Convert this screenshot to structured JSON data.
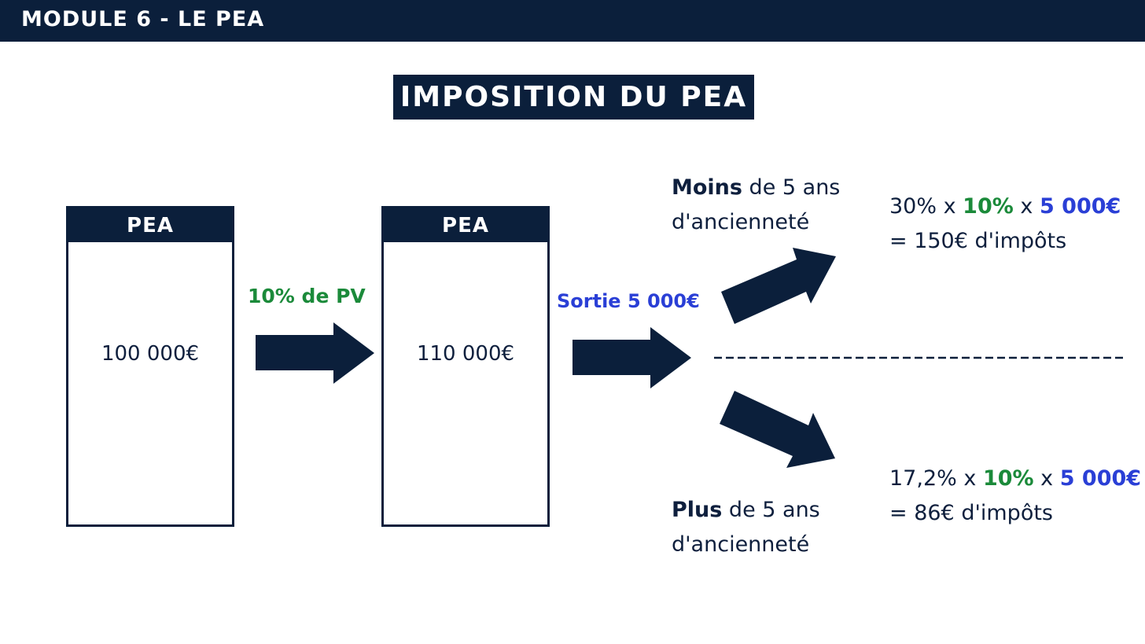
{
  "header": {
    "title": "MODULE 6 - LE PEA"
  },
  "banner": {
    "title": "IMPOSITION DU PEA"
  },
  "pea_left": {
    "label": "PEA",
    "amount": "100 000€"
  },
  "pea_right": {
    "label": "PEA",
    "amount": "110 000€"
  },
  "flow": {
    "gain_label": "10% de PV",
    "exit_label": "Sortie 5 000€"
  },
  "branch_upper": {
    "condition_bold": "Moins",
    "condition_rest": " de 5 ans",
    "condition_line2": "d'ancienneté",
    "calc_rate": "30%",
    "calc_x1": " x ",
    "calc_pv": "10%",
    "calc_x2": " x ",
    "calc_amount": "5 000€",
    "result": "= 150€ d'impôts"
  },
  "branch_lower": {
    "condition_bold": "Plus",
    "condition_rest": " de 5 ans",
    "condition_line2": "d'ancienneté",
    "calc_rate": "17,2%",
    "calc_x1": " x ",
    "calc_pv": "10%",
    "calc_x2": " x ",
    "calc_amount": "5 000€",
    "result": "= 86€ d'impôts"
  },
  "colors": {
    "navy": "#0b1f3b",
    "green": "#1b8a3a",
    "blue": "#2a3fd6"
  },
  "icons": [
    "arrow-right-icon",
    "arrow-up-right-icon",
    "arrow-down-right-icon"
  ]
}
